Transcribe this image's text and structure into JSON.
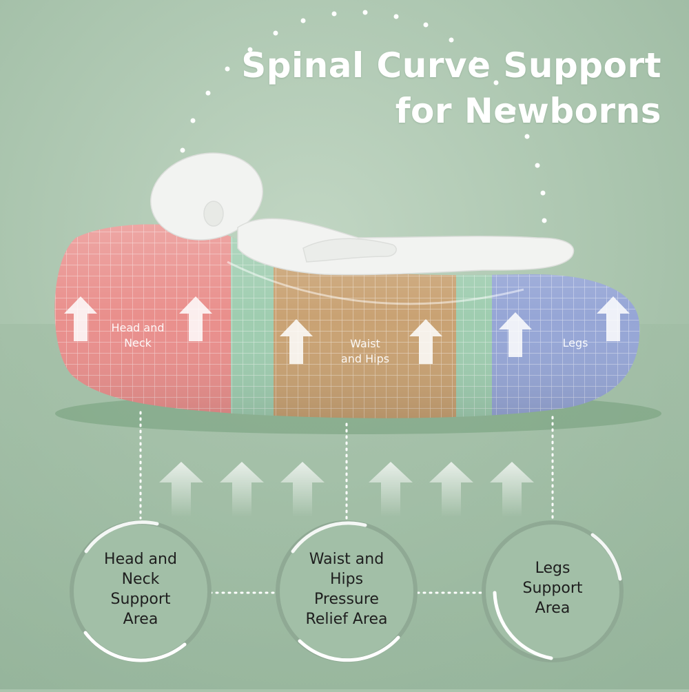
{
  "title": {
    "line1": "Spinal Curve Support",
    "line2": "for Newborns"
  },
  "pillow_labels": {
    "head": {
      "line1": "Head and",
      "line2": "Neck"
    },
    "waist": {
      "line1": "Waist",
      "line2": "and Hips"
    },
    "legs": {
      "line1": "Legs"
    }
  },
  "zones": [
    {
      "lines": [
        "Head and",
        "Neck",
        "Support",
        "Area"
      ]
    },
    {
      "lines": [
        "Waist and",
        "Hips",
        "Pressure",
        "Relief Area"
      ]
    },
    {
      "lines": [
        "Legs",
        "Support",
        "Area"
      ]
    }
  ],
  "colors": {
    "background": "#a9c4ad",
    "head_zone": "#e98f8c",
    "transition_zone": "#9fcdb0",
    "waist_zone": "#c9a273",
    "legs_zone": "#96a6d6",
    "baby": "#f2f3f1",
    "ring": "#8fa994"
  },
  "icons": [
    "up-arrow-icon"
  ]
}
